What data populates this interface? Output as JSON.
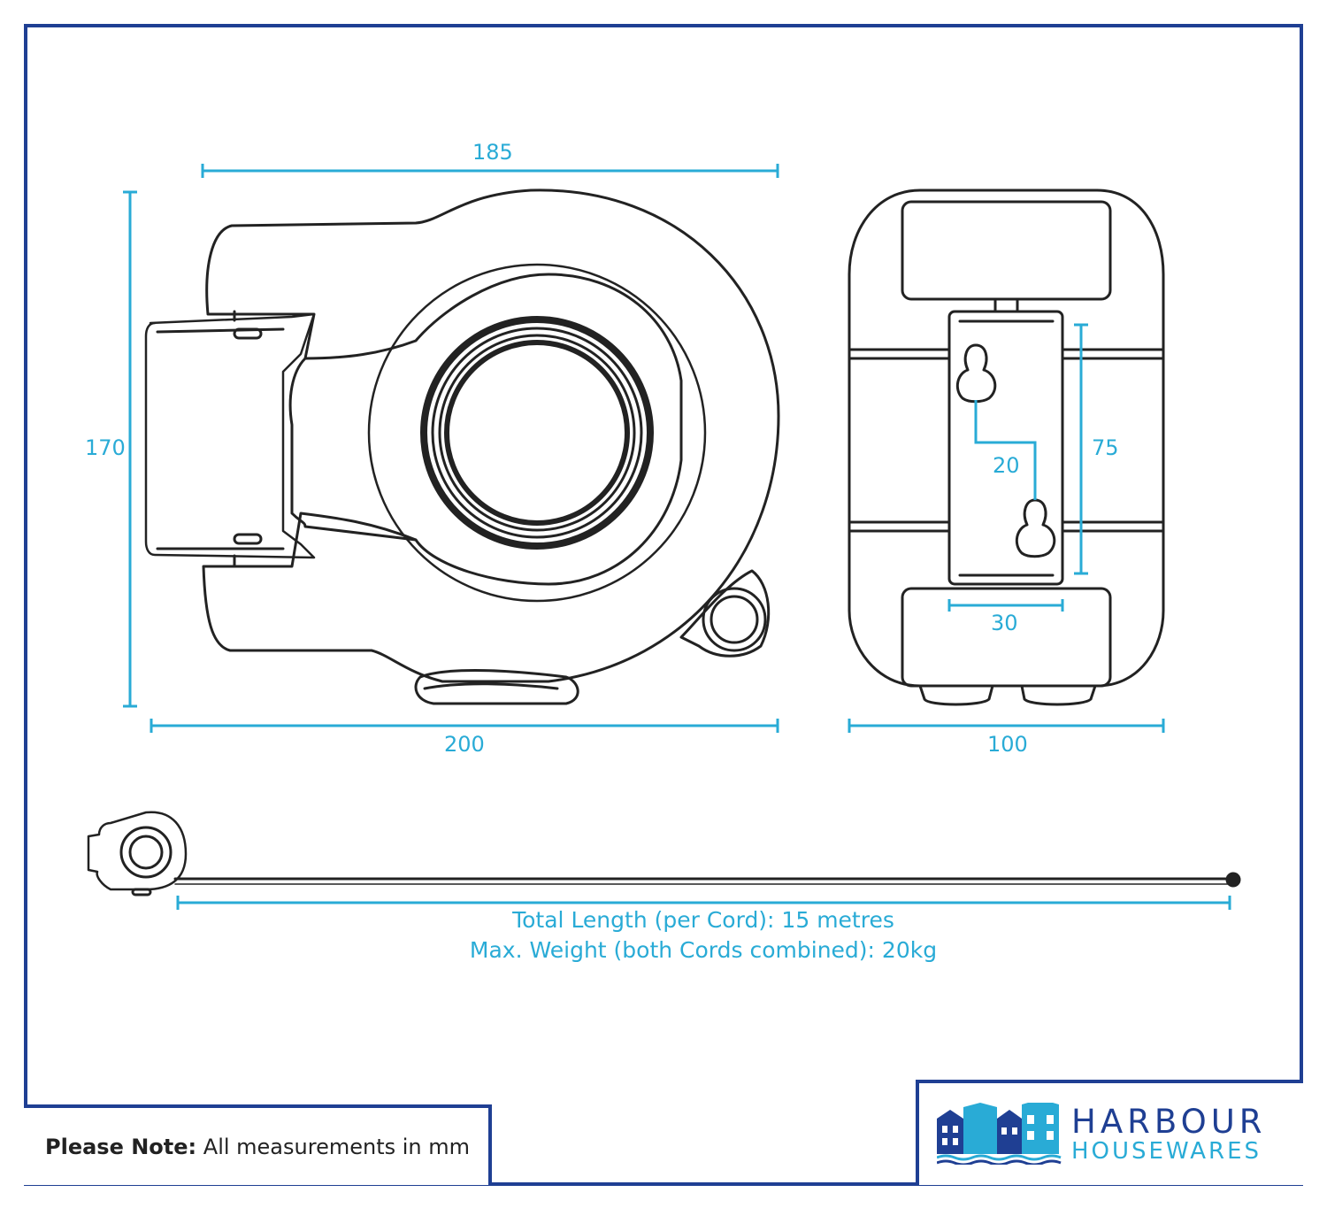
{
  "dimensions": {
    "top_width": "185",
    "height": "170",
    "bottom_width": "200",
    "side_width": "100",
    "hole_offset": "20",
    "hole_spacing": "75",
    "bracket_width": "30"
  },
  "specs": {
    "total_length": "Total Length (per Cord): 15 metres",
    "max_weight": "Max. Weight (both Cords combined): 20kg"
  },
  "note": {
    "label": "Please Note:",
    "text": "All measurements in mm"
  },
  "brand": {
    "line1": "HARBOUR",
    "line2": "HOUSEWARES"
  },
  "colors": {
    "frame": "#1f3f93",
    "dimension": "#29abd6",
    "outline": "#222222"
  }
}
